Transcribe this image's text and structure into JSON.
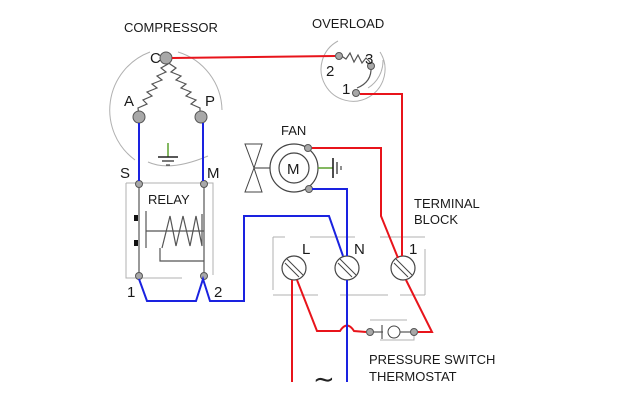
{
  "diagram": {
    "type": "refrigerator compressor wiring schematic",
    "components": {
      "compressor": {
        "label": "COMPRESSOR",
        "terminals": {
          "c": "C",
          "a": "A",
          "p": "P"
        }
      },
      "overload": {
        "label": "OVERLOAD",
        "terminals": {
          "t1": "1",
          "t2": "2",
          "t3": "3"
        }
      },
      "relay": {
        "label": "RELAY",
        "terminals": {
          "s": "S",
          "m": "M",
          "t1": "1",
          "t2": "2"
        }
      },
      "fan": {
        "label": "FAN",
        "motor_symbol": "M"
      },
      "terminal_block": {
        "label_line1": "TERMINAL",
        "label_line2": "BLOCK",
        "terminals": {
          "l": "L",
          "n": "N",
          "t1": "1"
        }
      },
      "pressure_switch": {
        "label_line1": "PRESSURE SWITCH",
        "label_line2": "THERMOSTAT"
      },
      "ac_source": {
        "symbol": "∼"
      }
    },
    "colors": {
      "live_wire": "#e8141b",
      "neutral_wire": "#1a22e0",
      "ground_wire": "#5aa02c"
    }
  }
}
